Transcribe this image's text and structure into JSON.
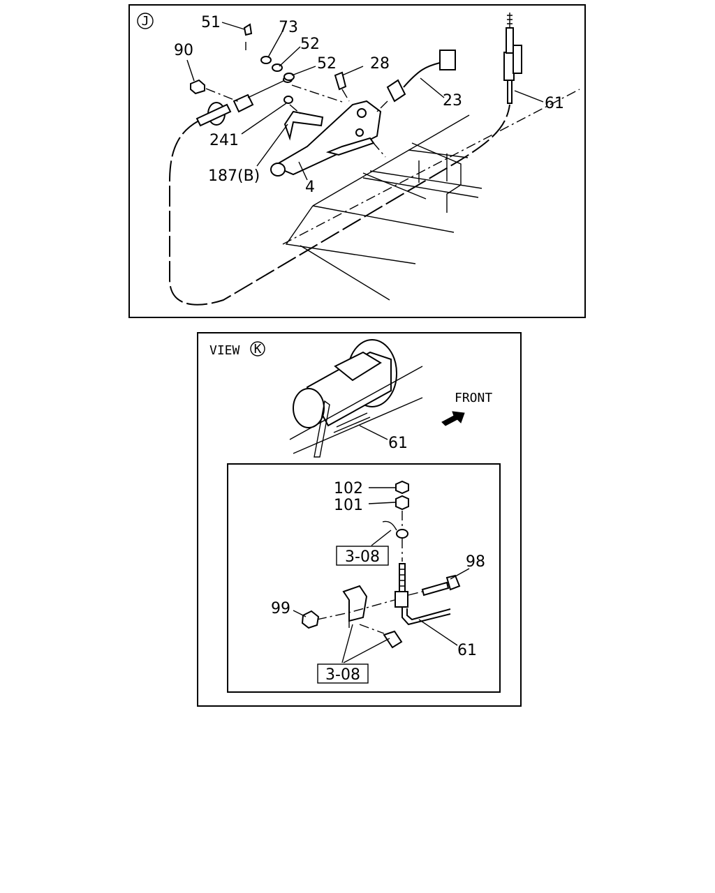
{
  "view_j": {
    "marker": "J",
    "callouts": {
      "c51": "51",
      "c73": "73",
      "c52a": "52",
      "c52b": "52",
      "c90": "90",
      "c28": "28",
      "c23": "23",
      "c61": "61",
      "c241": "241",
      "c187": "187(B)",
      "c4": "4"
    }
  },
  "view_k": {
    "view_word": "VIEW",
    "marker": "K",
    "front_label": "FRONT",
    "callout_61": "61"
  },
  "detail": {
    "callouts": {
      "c102": "102",
      "c101": "101",
      "c98": "98",
      "c99": "99",
      "c61": "61"
    },
    "refs": {
      "ref_top": "3-08",
      "ref_bottom": "3-08"
    }
  }
}
